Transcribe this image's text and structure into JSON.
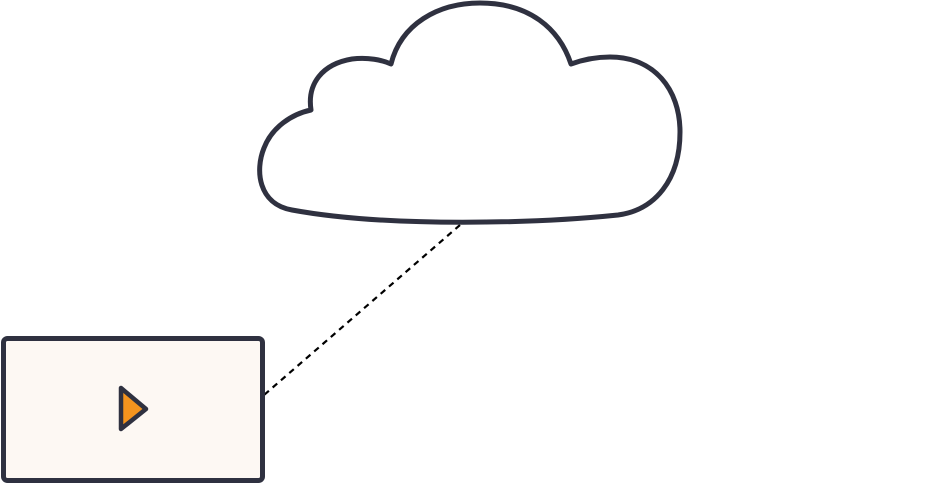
{
  "diagram": {
    "background": "#ffffff",
    "stroke_color": "#2f3140",
    "cloud": {
      "name": "cloud-icon",
      "fill": "#ffffff"
    },
    "connector": {
      "name": "dashed-connector",
      "style": "dashed",
      "color": "#000000"
    },
    "player": {
      "name": "video-player-box",
      "fill": "#fdf8f3",
      "play_icon": {
        "name": "play-icon",
        "color": "#f4941e"
      }
    }
  }
}
